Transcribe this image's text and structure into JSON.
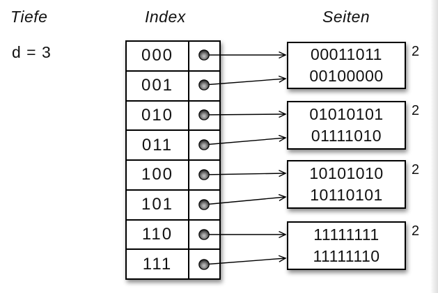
{
  "labels": {
    "depth_title": "Tiefe",
    "depth_value": "d = 3",
    "index_title": "Index",
    "pages_title": "Seiten"
  },
  "index_rows": [
    "000",
    "001",
    "010",
    "011",
    "100",
    "101",
    "110",
    "111"
  ],
  "pages": [
    {
      "values": [
        "00011011",
        "00100000"
      ],
      "local_depth": "2"
    },
    {
      "values": [
        "01010101",
        "01111010"
      ],
      "local_depth": "2"
    },
    {
      "values": [
        "10101010",
        "10110101"
      ],
      "local_depth": "2"
    },
    {
      "values": [
        "11111111",
        "11111110"
      ],
      "local_depth": "2"
    }
  ],
  "links": [
    {
      "from": 0,
      "to": 0
    },
    {
      "from": 1,
      "to": 0
    },
    {
      "from": 2,
      "to": 1
    },
    {
      "from": 3,
      "to": 1
    },
    {
      "from": 4,
      "to": 2
    },
    {
      "from": 5,
      "to": 2
    },
    {
      "from": 6,
      "to": 3
    },
    {
      "from": 7,
      "to": 3
    }
  ],
  "colors": {
    "line": "#000000",
    "box_background": "#ffffff",
    "text": "#111111",
    "pointer_dot_light": "#c6c6c6",
    "pointer_dot_dark": "#1c1c1c"
  }
}
